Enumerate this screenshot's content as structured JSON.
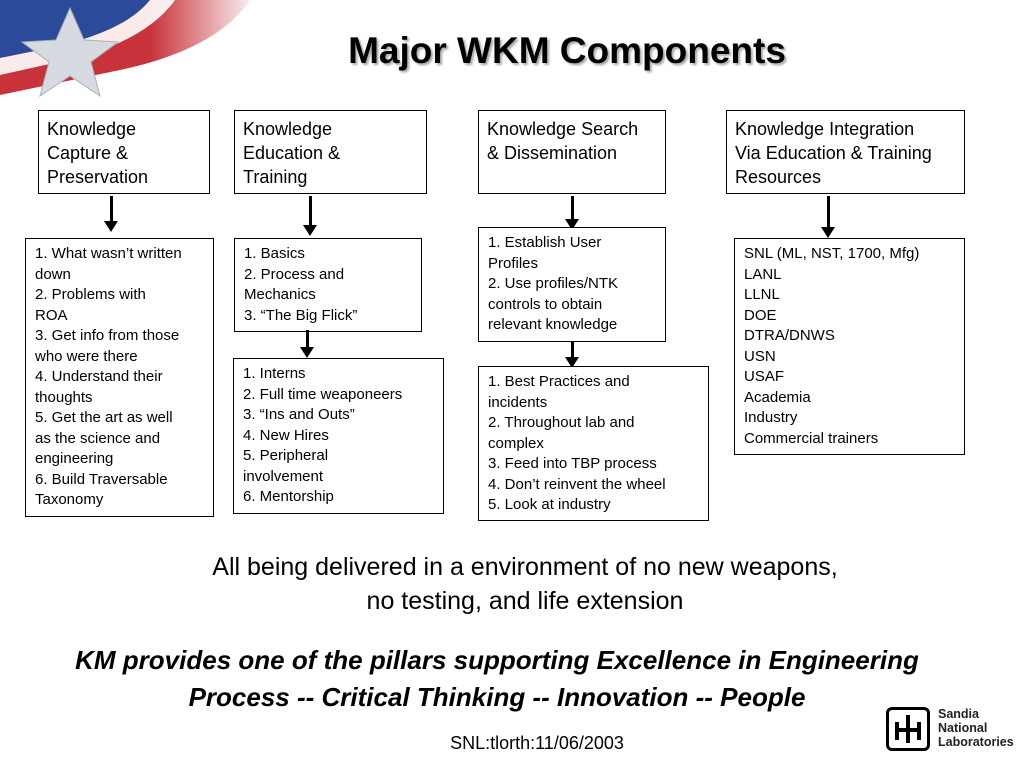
{
  "title": "Major WKM Components",
  "columns": [
    {
      "header": "Knowledge\nCapture &\nPreservation",
      "lists": [
        "1. What wasn’t written\ndown\n2. Problems with\nROA\n3. Get info from those\nwho were there\n4. Understand their\nthoughts\n5. Get the art as well\nas the science and\nengineering\n6. Build Traversable\nTaxonomy"
      ]
    },
    {
      "header": "Knowledge\nEducation &\nTraining",
      "lists": [
        "1. Basics\n2. Process and\nMechanics\n3. “The Big Flick”",
        "1. Interns\n2. Full time weaponeers\n3. “Ins and Outs”\n4. New Hires\n5. Peripheral\ninvolvement\n6. Mentorship"
      ]
    },
    {
      "header": "Knowledge Search\n& Dissemination",
      "lists": [
        "1. Establish User\nProfiles\n2. Use profiles/NTK\ncontrols to obtain\nrelevant knowledge",
        "1. Best Practices and\nincidents\n2. Throughout lab and\ncomplex\n3. Feed into TBP process\n4. Don’t reinvent the wheel\n5. Look at industry"
      ]
    },
    {
      "header": "Knowledge Integration\nVia Education & Training\nResources",
      "lists": [
        "SNL (ML, NST, 1700, Mfg)\nLANL\nLLNL\nDOE\nDTRA/DNWS\nUSN\nUSAF\nAcademia\nIndustry\nCommercial trainers"
      ]
    }
  ],
  "caption": "All being delivered in a environment of no new weapons,\nno testing, and life extension",
  "pillar_line1": "KM provides one of the pillars supporting Excellence in Engineering",
  "pillar_line2": "Process -- Critical Thinking -- Innovation -- People",
  "footer": "SNL:tlorth:11/06/2003",
  "logo": {
    "text": "Sandia\nNational\nLaboratories"
  },
  "colors": {
    "flag_red": "#c8323a",
    "flag_blue": "#2b4a9a",
    "star_gray": "#d7dbe1"
  }
}
